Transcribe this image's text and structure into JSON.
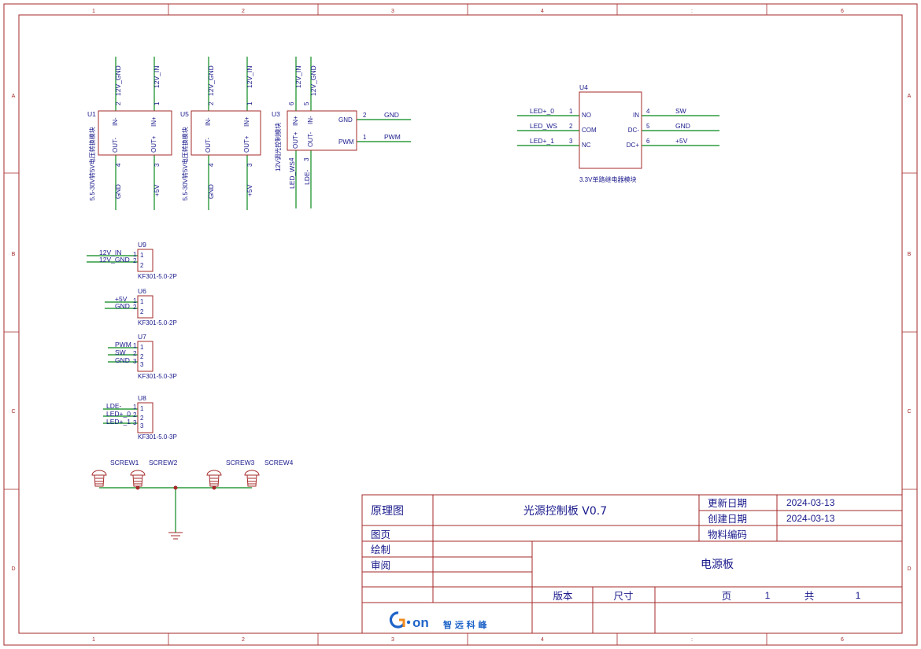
{
  "grid": {
    "cols": [
      "1",
      "2",
      "3",
      "4",
      ":",
      "6"
    ],
    "rows": [
      "A",
      "B",
      "C",
      "D"
    ]
  },
  "modules": {
    "u1": {
      "ref": "U1",
      "value": "5.5-30V转5V电压转换模块",
      "pin_names": [
        "IN-",
        "IN+",
        "OUT-",
        "OUT+"
      ],
      "pin_nums": [
        "2",
        "1",
        "4",
        "3"
      ],
      "nets": [
        "12V_GND",
        "12V_IN",
        "GND",
        "+5V"
      ]
    },
    "u5": {
      "ref": "U5",
      "value": "5.5-30V转5V电压转换模块",
      "pin_names": [
        "IN-",
        "IN+",
        "OUT-",
        "OUT+"
      ],
      "pin_nums": [
        "2",
        "1",
        "4",
        "3"
      ],
      "nets": [
        "12V_GND",
        "12V_IN",
        "GND",
        "+5V"
      ]
    },
    "u3": {
      "ref": "U3",
      "value": "12V调光控制模块",
      "pin_names": [
        "IN+",
        "IN-",
        "OUT+",
        "OUT-",
        "GND",
        "PWM"
      ],
      "pin_nums": [
        "6",
        "5",
        "4",
        "3",
        "2",
        "1"
      ],
      "nets": [
        "12V_IN",
        "12V_GND",
        "LED_WS",
        "LDE-",
        "GND",
        "PWM"
      ]
    },
    "u4": {
      "ref": "U4",
      "value": "3.3V单路继电器模块",
      "pin_names": [
        "NO",
        "COM",
        "NC",
        "IN",
        "DC-",
        "DC+"
      ],
      "pin_nums": [
        "1",
        "2",
        "3",
        "4",
        "5",
        "6"
      ],
      "nets": [
        "LED+_0",
        "LED_WS",
        "LED+_1",
        "SW",
        "GND",
        "+5V"
      ]
    }
  },
  "connectors": [
    {
      "ref": "U9",
      "value": "KF301-5.0-2P",
      "nets": [
        "12V_IN",
        "12V_GND"
      ],
      "pins": [
        "1",
        "2"
      ]
    },
    {
      "ref": "U6",
      "value": "KF301-5.0-2P",
      "nets": [
        "+5V",
        "GND"
      ],
      "pins": [
        "1",
        "2"
      ]
    },
    {
      "ref": "U7",
      "value": "KF301-5.0-3P",
      "nets": [
        "PWM",
        "SW",
        "GND"
      ],
      "pins": [
        "1",
        "2",
        "3"
      ]
    },
    {
      "ref": "U8",
      "value": "KF301-5.0-3P",
      "nets": [
        "LDE-",
        "LED+_0",
        "LED+_1"
      ],
      "pins": [
        "1",
        "2",
        "3"
      ]
    }
  ],
  "screws": [
    "SCREW1",
    "SCREW2",
    "SCREW3",
    "SCREW4"
  ],
  "title_block": {
    "label_schematic": "原理图",
    "title": "光源控制板 V0.7",
    "label_updated": "更新日期",
    "updated": "2024-03-13",
    "label_created": "创建日期",
    "created": "2024-03-13",
    "label_material": "物料编码",
    "label_page": "图页",
    "label_drawn": "绘制",
    "label_review": "审阅",
    "sheet_name": "电源板",
    "label_version": "版本",
    "label_size": "尺寸",
    "label_page_no": "页",
    "page_no": "1",
    "label_total": "共",
    "total": "1",
    "logo_text": "G·on",
    "company": "智 远 科 峰"
  },
  "colors": {
    "frame": "#a52a2a",
    "wire": "#2e9b3e",
    "text": "#1a1a8c"
  }
}
